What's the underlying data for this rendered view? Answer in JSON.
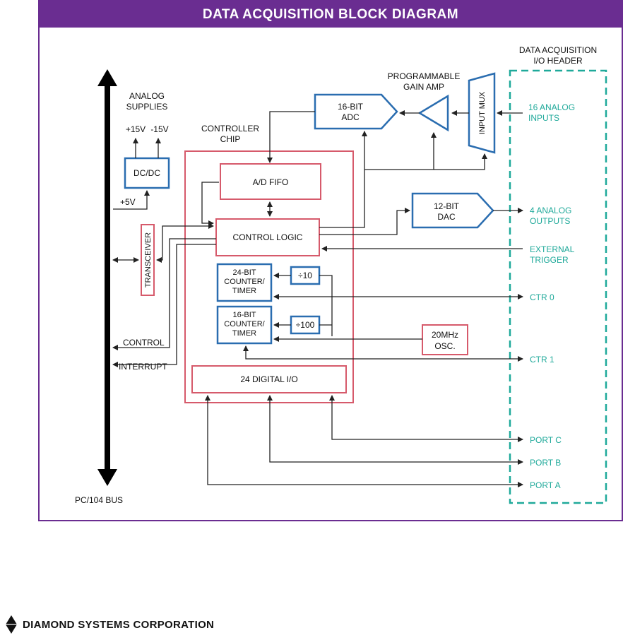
{
  "title": "DATA ACQUISITION BLOCK DIAGRAM",
  "colors": {
    "purple": "#6a2d91",
    "blue": "#2a6db0",
    "red": "#d65a6b",
    "teal": "#1fa99a",
    "black": "#111111"
  },
  "labels": {
    "analog_supplies_1": "ANALOG",
    "analog_supplies_2": "SUPPLIES",
    "plus15": "+15V",
    "minus15": "-15V",
    "plus5": "+5V",
    "dcdc": "DC/DC",
    "controller_chip_1": "CONTROLLER",
    "controller_chip_2": "CHIP",
    "ad_fifo": "A/D FIFO",
    "control_logic": "CONTROL LOGIC",
    "transceiver": "TRANSCEIVER",
    "counter24_1": "24-BIT",
    "counter24_2": "COUNTER/",
    "counter24_3": "TIMER",
    "counter16_1": "16-BIT",
    "counter16_2": "COUNTER/",
    "counter16_3": "TIMER",
    "div10": "÷10",
    "div100": "÷100",
    "osc_1": "20MHz",
    "osc_2": "OSC.",
    "digital_io": "24 DIGITAL I/O",
    "adc_1": "16-BIT",
    "adc_2": "ADC",
    "dac_1": "12-BIT",
    "dac_2": "DAC",
    "pga_1": "PROGRAMMABLE",
    "pga_2": "GAIN AMP",
    "input_mux": "INPUT MUX",
    "control": "CONTROL",
    "interrupt": "INTERRUPT",
    "pc104_bus": "PC/104 BUS",
    "header_1": "DATA ACQUISITION",
    "header_2": "I/O HEADER",
    "analog_inputs_1": "16 ANALOG",
    "analog_inputs_2": "INPUTS",
    "analog_outputs_1": "4 ANALOG",
    "analog_outputs_2": "OUTPUTS",
    "ext_trigger_1": "EXTERNAL",
    "ext_trigger_2": "TRIGGER",
    "ctr0": "CTR 0",
    "ctr1": "CTR 1",
    "port_c": "PORT C",
    "port_b": "PORT B",
    "port_a": "PORT A"
  },
  "footer": {
    "company": "DIAMOND SYSTEMS CORPORATION",
    "logo_icon": "diamond-icon"
  }
}
